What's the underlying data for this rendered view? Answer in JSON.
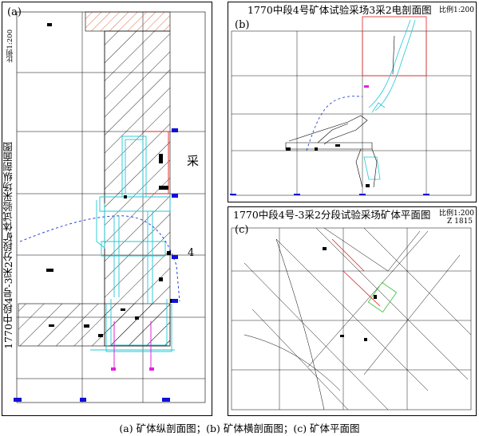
{
  "panel_a": {
    "tag": "(a)",
    "scale": "比例1:200",
    "vertical_title": "1770中段4号-3采2分段矿体试验采场纵剖面图",
    "label_cai": "采",
    "label_four": "4"
  },
  "panel_b": {
    "tag": "(b)",
    "title": "1770中段4号矿体试验采场3采2电剖面图",
    "scale": "比例1:200"
  },
  "panel_c": {
    "tag": "(c)",
    "title": "1770中段4号-3采2分段试验采场矿体平面图",
    "scale": "比例1:200",
    "elevation": "Z 1815"
  },
  "caption": "(a) 矿体纵剖面图；(b) 矿体横剖面图；(c) 矿体平面图",
  "colors": {
    "hatch": "#000000",
    "orange_hatch": "#e0562a",
    "cyan": "#22c8d6",
    "blue_dash": "#2a44e0",
    "red": "#e02020",
    "magenta": "#e020e0",
    "blue_marker": "#1010d8",
    "green": "#30c030"
  }
}
